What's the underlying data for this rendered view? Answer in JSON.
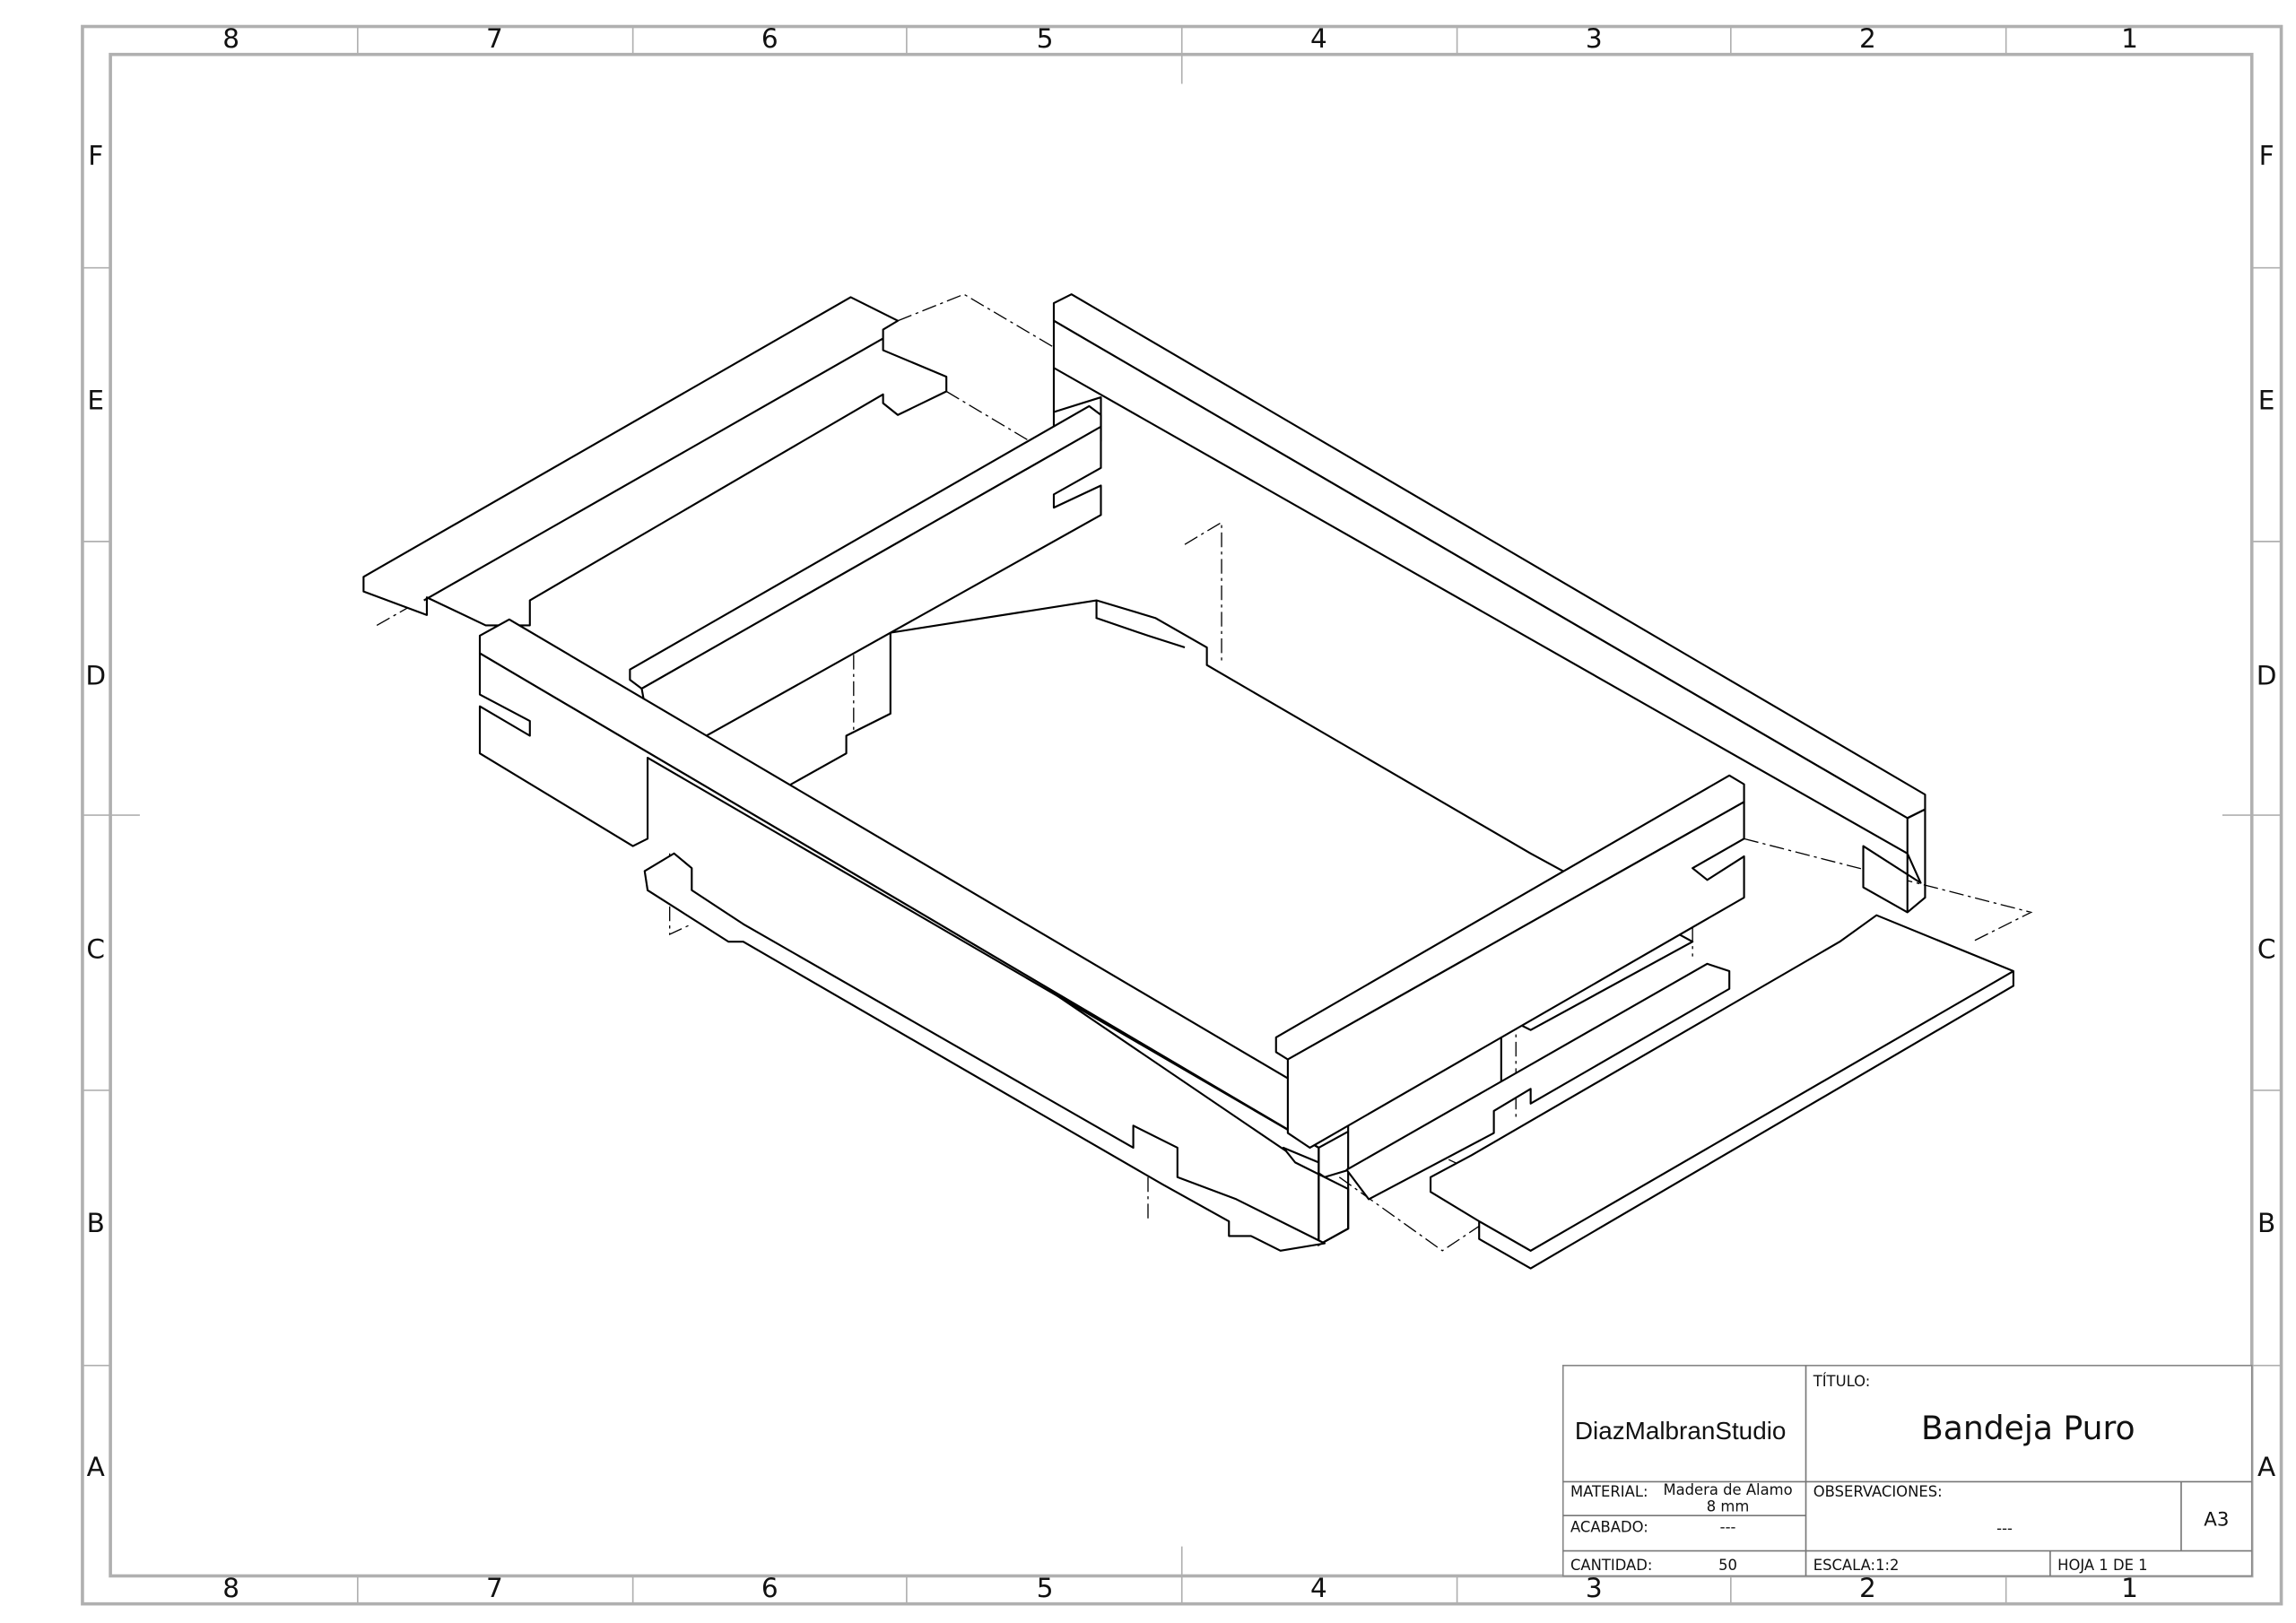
{
  "sheet": {
    "columns_top": [
      "8",
      "7",
      "6",
      "5",
      "4",
      "3",
      "2",
      "1"
    ],
    "columns_bottom": [
      "8",
      "7",
      "6",
      "5",
      "4",
      "3",
      "2",
      "1"
    ],
    "rows_left": [
      "F",
      "E",
      "D",
      "C",
      "B",
      "A"
    ],
    "rows_right": [
      "F",
      "E",
      "D",
      "C",
      "B",
      "A"
    ]
  },
  "title_block": {
    "studio": "DiazMalbranStudio",
    "title_label": "TÍTULO:",
    "title": "Bandeja Puro",
    "material_label": "MATERIAL:",
    "material_value_1": "Madera de Alamo",
    "material_value_2": "8 mm",
    "finish_label": "ACABADO:",
    "finish_value": "---",
    "observations_label": "OBSERVACIONES:",
    "observations_value": "---",
    "size": "A3",
    "quantity_label": "CANTIDAD:",
    "quantity_value": "50",
    "scale": "ESCALA:1:2",
    "sheet": "HOJA 1 DE 1"
  }
}
